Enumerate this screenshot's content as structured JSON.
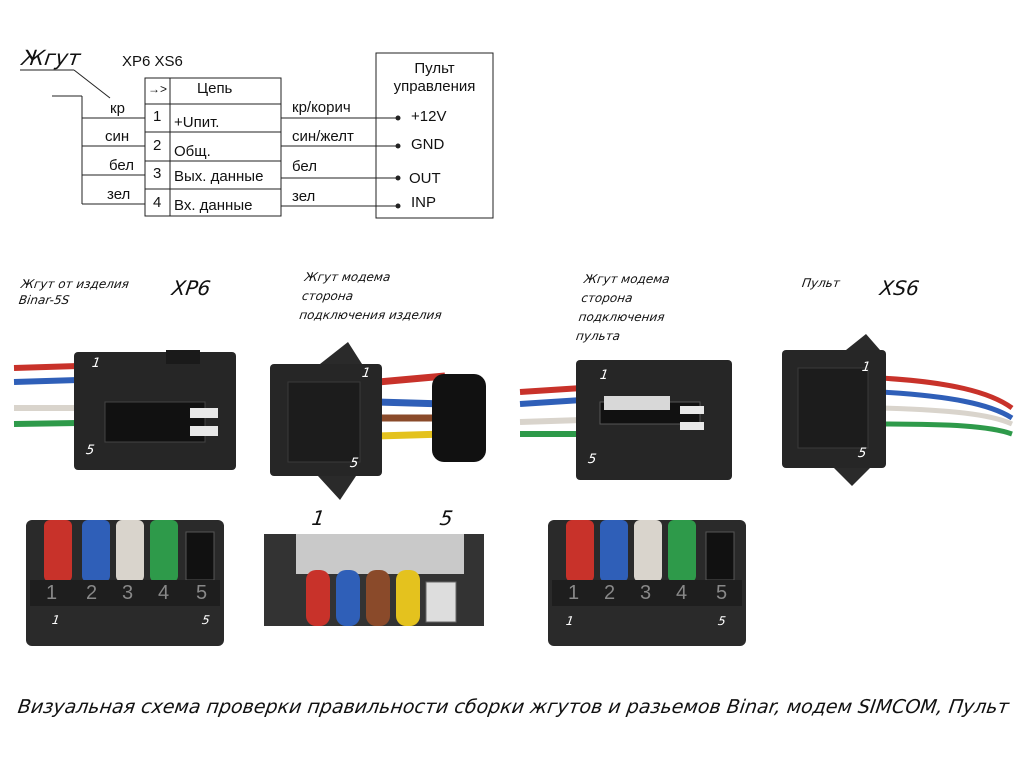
{
  "schematic": {
    "harness_label": "Жгут",
    "connector_designators": "XP6 XS6",
    "arrow_symbol": "→>",
    "circuit_header": "Цепь",
    "remote_header": "Пульт\nуправления",
    "left_colors": [
      "кр",
      "син",
      "бел",
      "зел"
    ],
    "pins": [
      {
        "num": "1",
        "circuit": "+Uпит.",
        "wire": "кр/корич",
        "signal": "+12V"
      },
      {
        "num": "2",
        "circuit": "Общ.",
        "wire": "син/желт",
        "signal": "GND"
      },
      {
        "num": "3",
        "circuit": "Вых. данные",
        "wire": "бел",
        "signal": "OUT"
      },
      {
        "num": "4",
        "circuit": "Вх. данные",
        "wire": "зел",
        "signal": "INP"
      }
    ]
  },
  "photos": [
    {
      "caption": "Жгут от изделия\nBinar-5S",
      "designator": "XP6",
      "pin_top": "1",
      "pin_bottom": "5",
      "front_numbers": [
        "1",
        "2",
        "3",
        "4",
        "5"
      ],
      "front_mark_left": "1",
      "front_mark_right": "5"
    },
    {
      "caption": "Жгут модема\nсторона\nподключения изделия",
      "pin_top": "1",
      "pin_bottom": "5",
      "front_mark_left": "1",
      "front_mark_right": "5"
    },
    {
      "caption": "Жгут модема\nсторона\nподключения\nпульта",
      "pin_top": "1",
      "pin_bottom": "5",
      "front_numbers": [
        "1",
        "2",
        "3",
        "4",
        "5"
      ],
      "front_mark_left": "1",
      "front_mark_right": "5"
    },
    {
      "caption": "Пульт",
      "designator": "XS6",
      "pin_top": "1",
      "pin_bottom": "5"
    }
  ],
  "footer_caption": "Визуальная схема проверки правильности сборки жгутов и разьемов Binar, модем SIMCOM, Пульт",
  "colors": {
    "red": "#c8322a",
    "blue": "#2f5fb8",
    "white": "#d9d4cc",
    "green": "#2e9a4a",
    "brown": "#8a4a2a",
    "yellow": "#e4c21e",
    "housing": "#262626"
  }
}
